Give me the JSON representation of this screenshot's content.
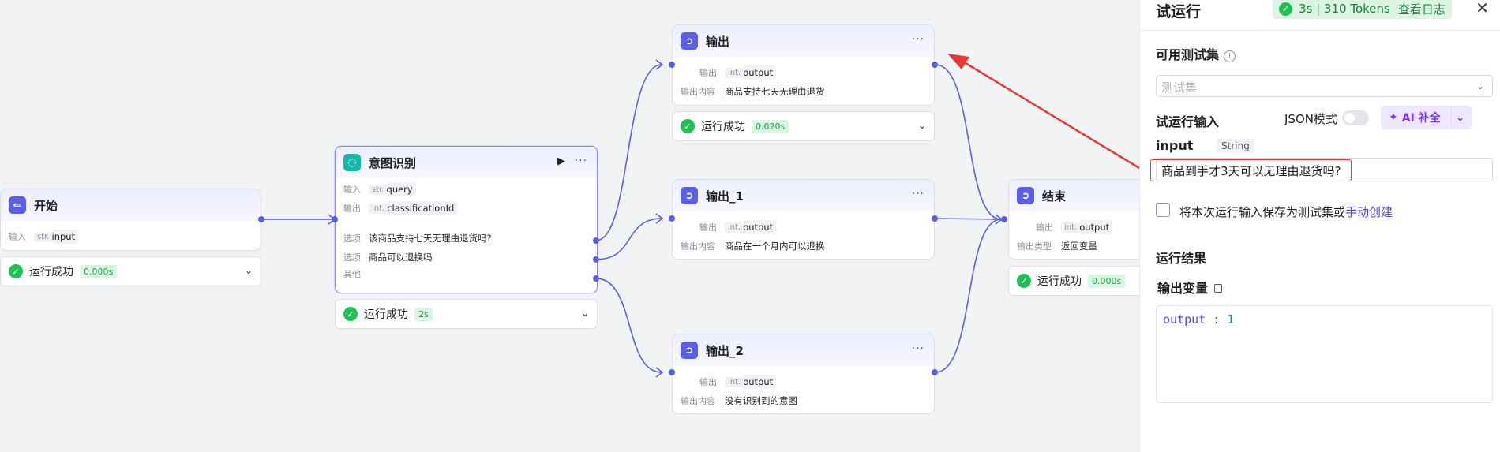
{
  "canvas": {
    "start_node": {
      "title": "开始",
      "input_label": "输入",
      "input_type": "str.",
      "input_name": "input"
    },
    "start_status": {
      "text": "运行成功",
      "time": "0.000s"
    },
    "intent_node": {
      "title": "意图识别",
      "input_label": "输入",
      "input_type": "str.",
      "input_name": "query",
      "output_label": "输出",
      "output_type": "int.",
      "output_name": "classificationId",
      "options": [
        {
          "label": "选项",
          "text": "该商品支持七天无理由退货吗?"
        },
        {
          "label": "选项",
          "text": "商品可以退换吗"
        }
      ],
      "other_label": "其他"
    },
    "intent_status": {
      "text": "运行成功",
      "time": "2s"
    },
    "output_node": {
      "title": "输出",
      "out_label": "输出",
      "out_type": "int.",
      "out_name": "output",
      "content_label": "输出内容",
      "content": "商品支持七天无理由退货"
    },
    "output_status": {
      "text": "运行成功",
      "time": "0.020s"
    },
    "output1_node": {
      "title": "输出_1",
      "out_label": "输出",
      "out_type": "int.",
      "out_name": "output",
      "content_label": "输出内容",
      "content": "商品在一个月内可以退换"
    },
    "output2_node": {
      "title": "输出_2",
      "out_label": "输出",
      "out_type": "int.",
      "out_name": "output",
      "content_label": "输出内容",
      "content": "没有识别到的意图"
    },
    "end_node": {
      "title": "结束",
      "out_label": "输出",
      "out_type": "int.",
      "out_name": "output",
      "type_label": "输出类型",
      "type_value": "返回变量"
    },
    "end_status": {
      "text": "运行成功",
      "time": "0.000s"
    }
  },
  "panel": {
    "title": "试运行",
    "summary": "3s | 310 Tokens",
    "view_log": "查看日志",
    "testset_label": "可用测试集",
    "testset_placeholder": "测试集",
    "run_input_label": "试运行输入",
    "json_mode_label": "JSON模式",
    "ai_button": "AI 补全",
    "input_label": "input",
    "input_type": "String",
    "input_value": "商品到手才3天可以无理由退货吗?",
    "save_text": "将本次运行输入保存为测试集或",
    "save_link": "手动创建",
    "result_label": "运行结果",
    "output_var_label": "输出变量",
    "output_key": "output",
    "output_value": "1"
  },
  "colors": {
    "accent": "#5b5fe3",
    "success": "#1fbf55",
    "annotation": "#e53935"
  },
  "icons": [
    "start-icon",
    "intent-icon",
    "output-icon",
    "end-icon",
    "check-icon",
    "chevron-down-icon",
    "more-icon",
    "play-icon",
    "close-icon",
    "info-icon",
    "copy-icon",
    "sparkle-icon"
  ]
}
